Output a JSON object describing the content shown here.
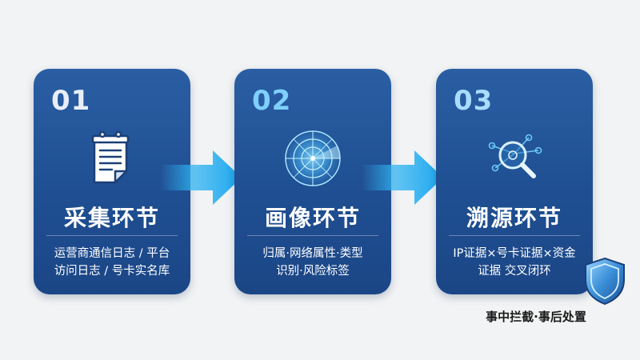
{
  "steps": [
    {
      "number": "01",
      "title": "采集环节",
      "desc_line1": "运营商通信日志 / 平台",
      "desc_line2": "访问日志 / 号卡实名库",
      "icon": "document-icon"
    },
    {
      "number": "02",
      "title": "画像环节",
      "desc_line1": "归属·网络属性·类型",
      "desc_line2": "识别·风险标签",
      "icon": "radar-icon"
    },
    {
      "number": "03",
      "title": "溯源环节",
      "desc_line1": "IP证据×号卡证据×资金",
      "desc_line2": "证据 交叉闭环",
      "icon": "magnifier-network-icon"
    }
  ],
  "footer_note": "事中拦截·事后处置",
  "colors": {
    "card": "#1f4f92",
    "number_1": "#e8eef8",
    "number_2": "#7fd0ff",
    "number_3": "#a9dcff",
    "arrow": "#2fb4f2",
    "background": "#f2f3f4"
  }
}
